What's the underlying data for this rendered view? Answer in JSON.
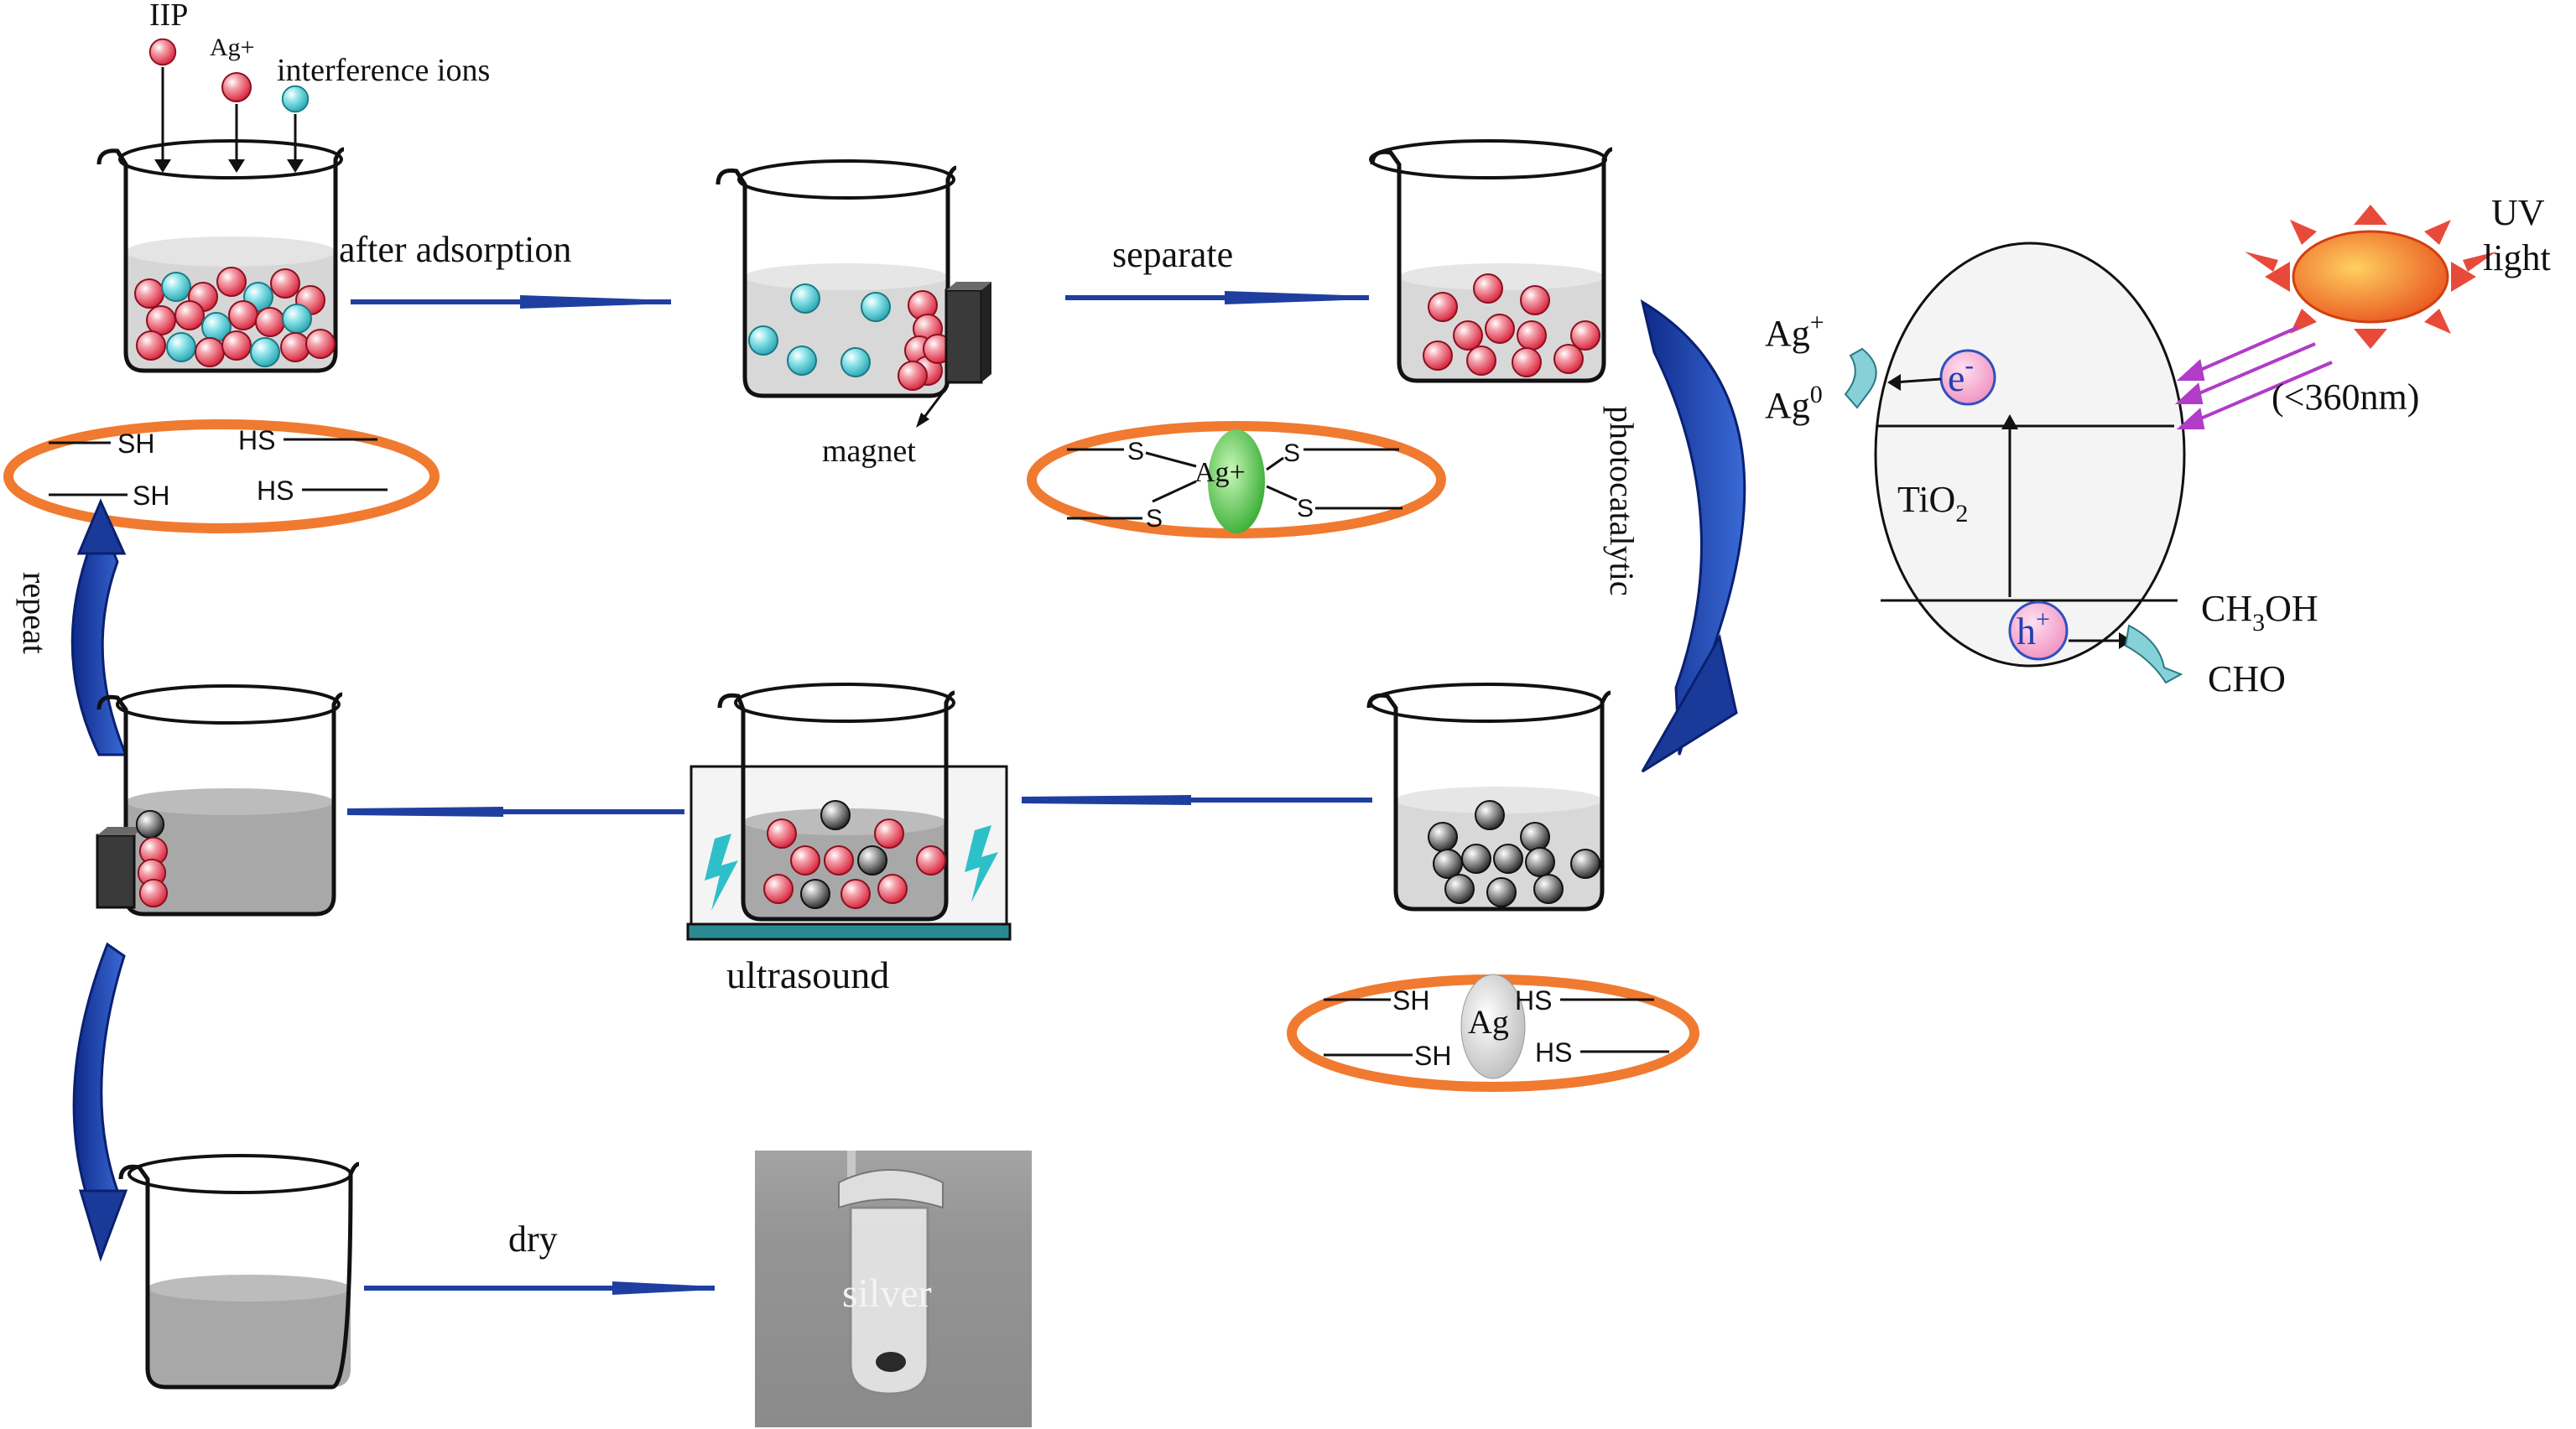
{
  "labels": {
    "iip": "IIP",
    "ag_plus_top": "Ag+",
    "interference": "interference ions",
    "after_adsorption": "after adsorption",
    "separate": "separate",
    "magnet": "magnet",
    "photocatalytic": "photocatalytic",
    "repeat": "repeat",
    "ultrasound": "ultrasound",
    "dry": "dry",
    "silver": "silver",
    "uv_light_1": "UV",
    "uv_light_2": "light",
    "wavelength": "(<360nm)"
  },
  "mechanism": {
    "ag_plus": "Ag",
    "ag_plus_sup": "+",
    "ag_zero": "Ag",
    "ag_zero_sup": "0",
    "electron": "e",
    "electron_sup": "-",
    "hole": "h",
    "hole_sup": "+",
    "tio2": "TiO",
    "tio2_sub": "2",
    "ch3oh_a": "CH",
    "ch3oh_sub": "3",
    "ch3oh_b": "OH",
    "cho": "CHO"
  },
  "ellipses": {
    "free": {
      "sh_1": "SH",
      "hs_1": "HS",
      "sh_2": "SH",
      "hs_2": "HS"
    },
    "bound_ion": {
      "s_1": "S",
      "s_2": "S",
      "s_3": "S",
      "s_4": "S",
      "center": "Ag+"
    },
    "bound_metal": {
      "sh_1": "SH",
      "hs_1": "HS",
      "sh_2": "SH",
      "hs_2": "HS",
      "center": "Ag"
    }
  },
  "colors": {
    "arrow": "#1f3fa0",
    "ellipse": "#f07a30",
    "red_particle": "#e2465a",
    "cyan_particle": "#4cc6d0",
    "gray_particle": "#555555",
    "sun": "#f0662a",
    "uv_ray": "#b03cc8",
    "ag_ion": "#4cc23c"
  }
}
